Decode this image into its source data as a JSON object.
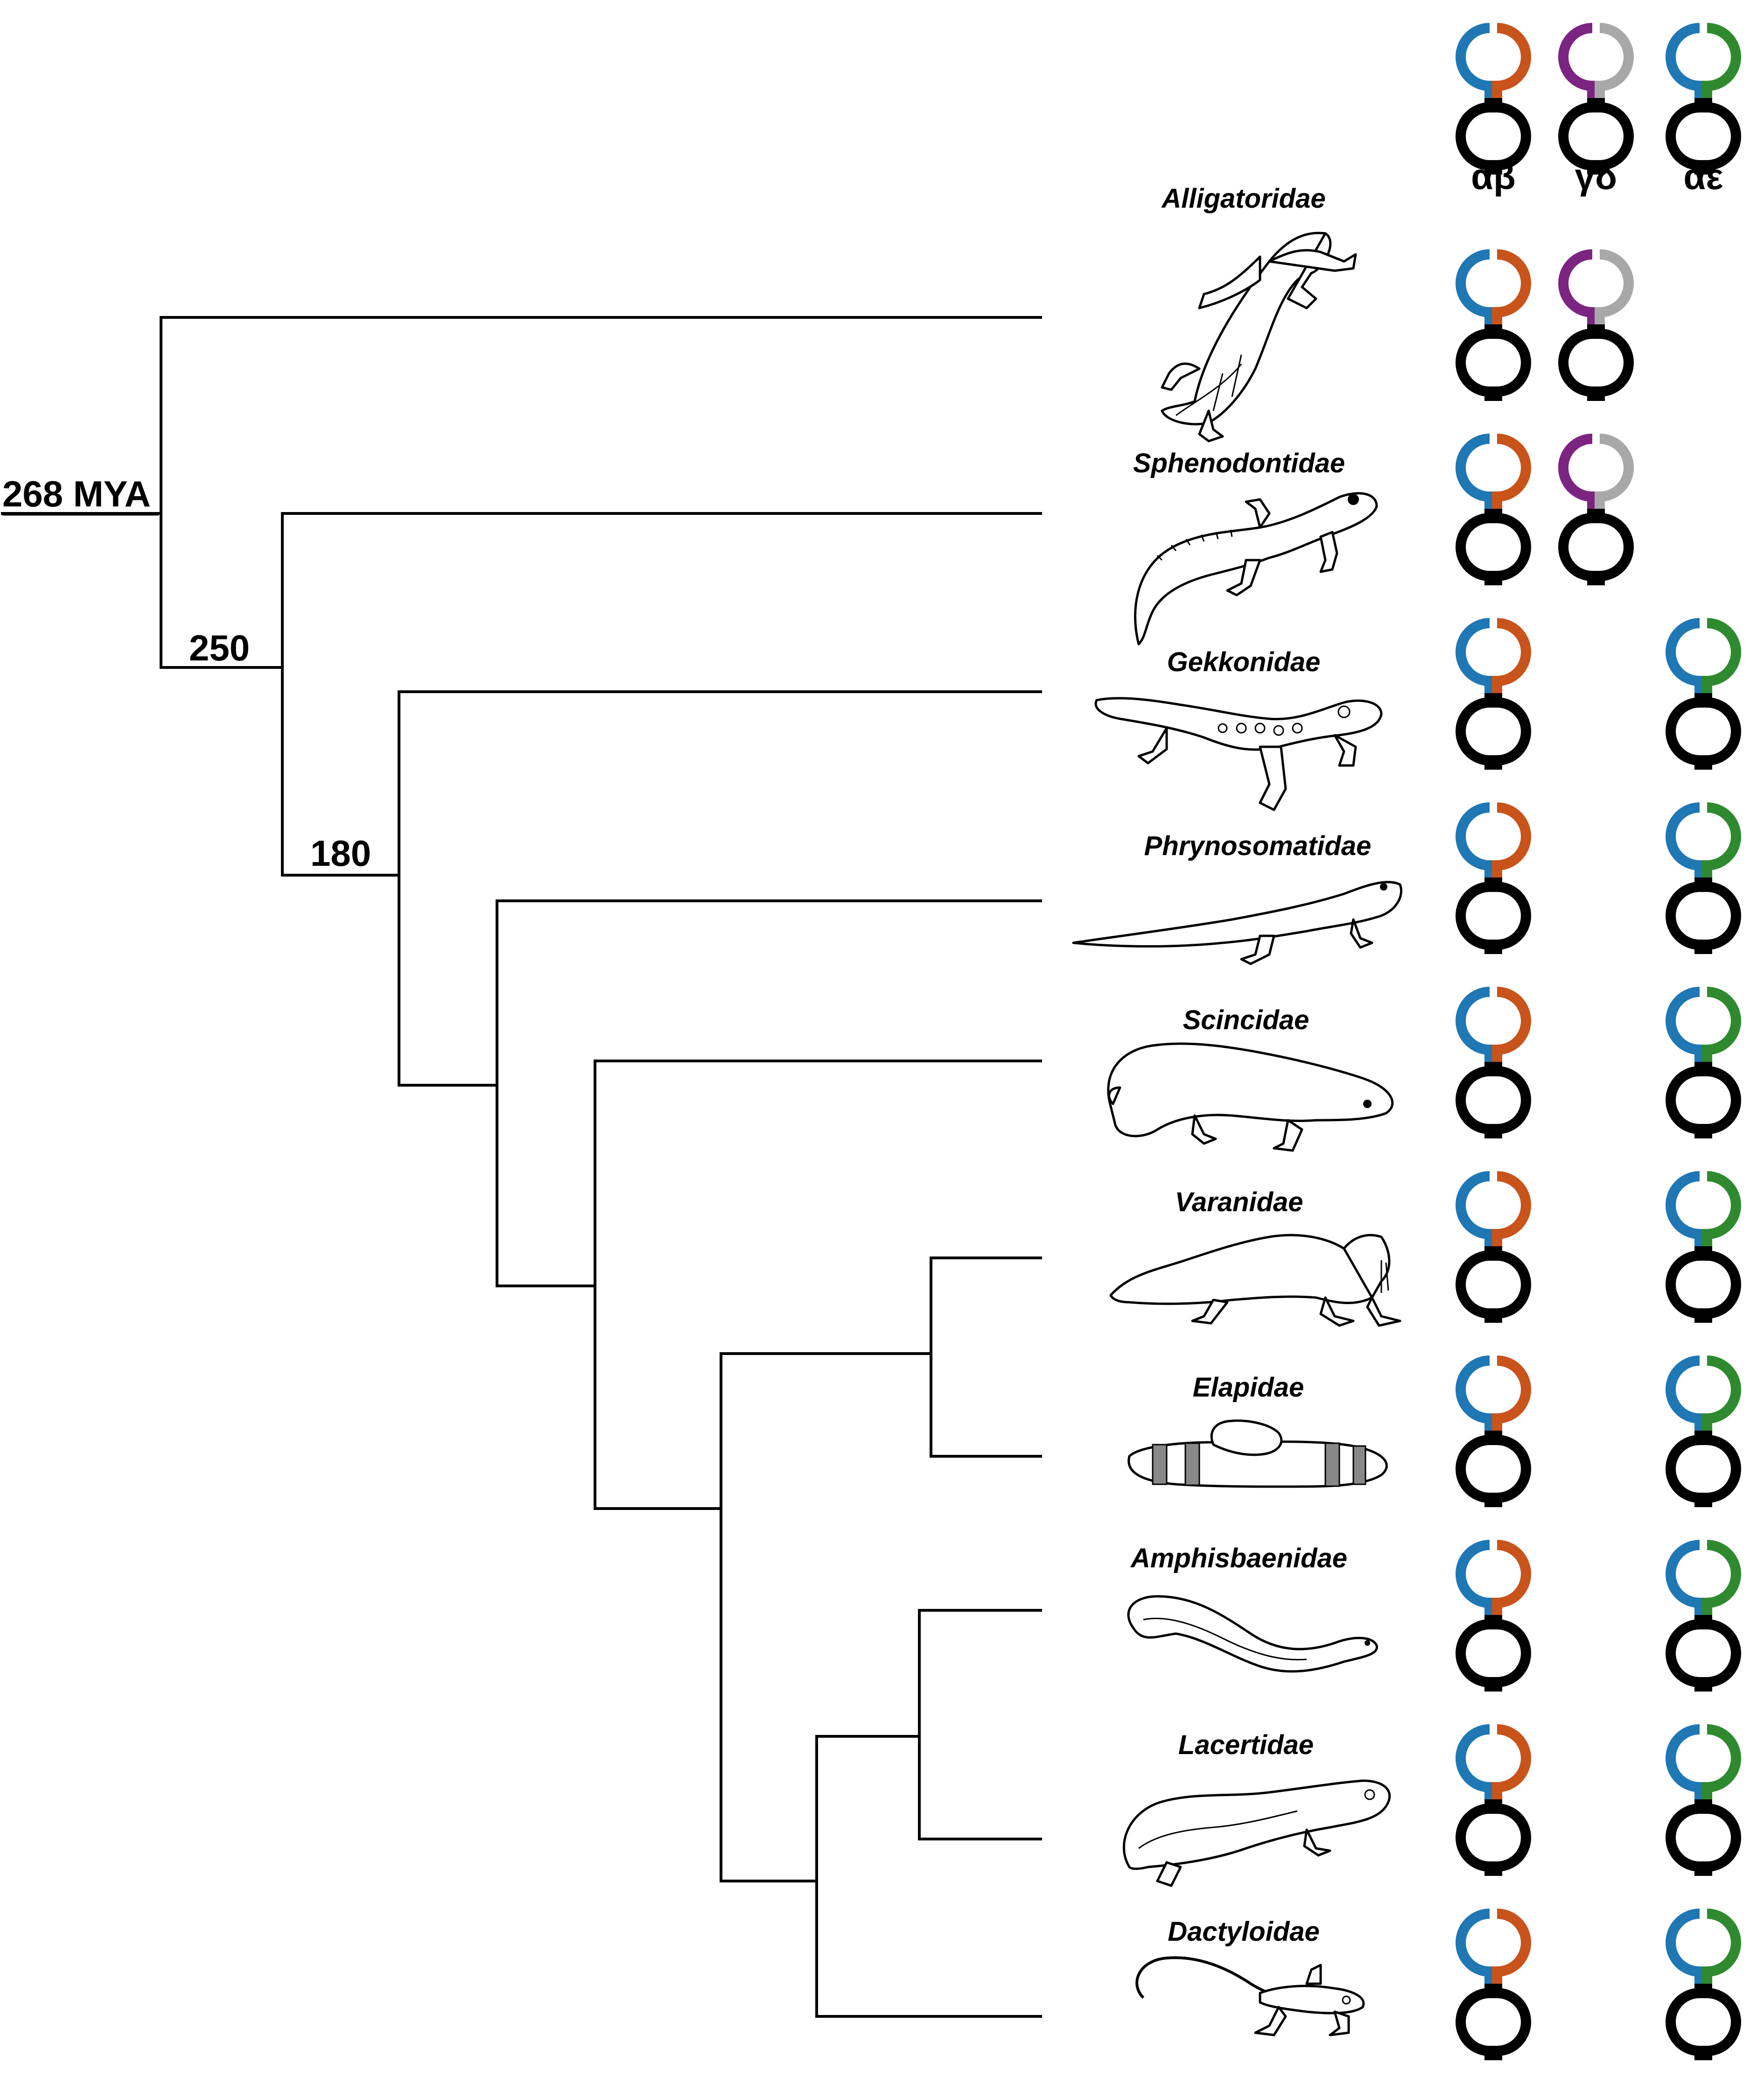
{
  "tree": {
    "root_label": "268 MYA",
    "node_labels": {
      "n250": "250",
      "n180": "180"
    }
  },
  "columns": [
    {
      "id": "ab",
      "label": "αβ",
      "top_color": "#1f77b4",
      "right_color": "#c8531b"
    },
    {
      "id": "gd",
      "label": "γδ",
      "top_color": "#7b2482",
      "right_color": "#a8a8a8"
    },
    {
      "id": "ae",
      "label": "αε",
      "top_color": "#1f77b4",
      "right_color": "#2f8a2f"
    }
  ],
  "base_color": "#000000",
  "taxa": [
    {
      "name": "Alligatoridae",
      "ab": true,
      "gd": true,
      "ae": false
    },
    {
      "name": "Sphenodontidae",
      "ab": true,
      "gd": true,
      "ae": false
    },
    {
      "name": "Gekkonidae",
      "ab": true,
      "gd": false,
      "ae": true
    },
    {
      "name": "Phrynosomatidae",
      "ab": true,
      "gd": false,
      "ae": true
    },
    {
      "name": "Scincidae",
      "ab": true,
      "gd": false,
      "ae": true
    },
    {
      "name": "Varanidae",
      "ab": true,
      "gd": false,
      "ae": true
    },
    {
      "name": "Elapidae",
      "ab": true,
      "gd": false,
      "ae": true
    },
    {
      "name": "Amphisbaenidae",
      "ab": true,
      "gd": false,
      "ae": true
    },
    {
      "name": "Lacertidae",
      "ab": true,
      "gd": false,
      "ae": true
    },
    {
      "name": "Dactyloidae",
      "ab": true,
      "gd": false,
      "ae": true
    }
  ]
}
